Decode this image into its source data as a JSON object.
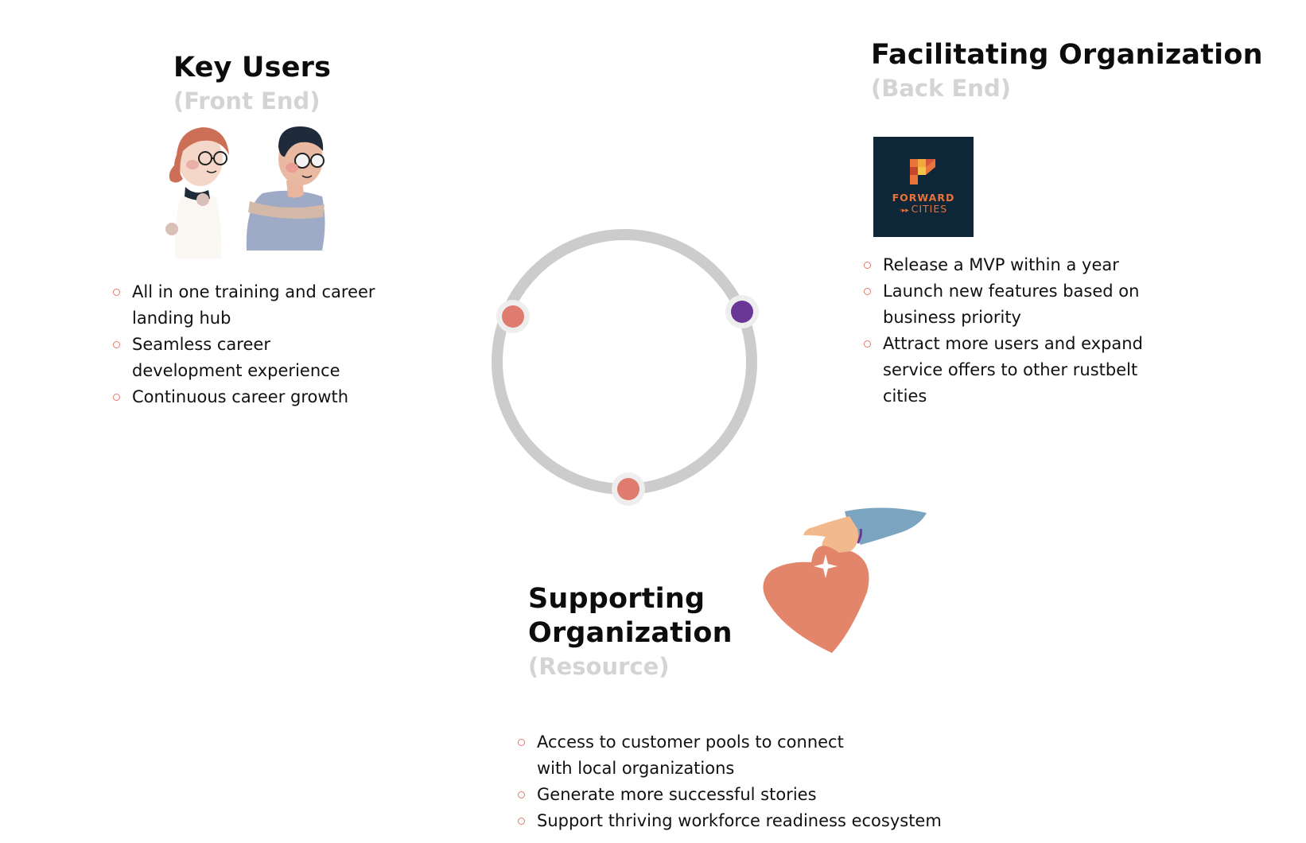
{
  "colors": {
    "ring": "#cccccc",
    "node_coral": "#e07b6f",
    "node_purple": "#6a3797",
    "subtitle_gray": "#d4d4d4",
    "logo_bg": "#0d2638",
    "logo_orange": "#e8743b"
  },
  "key_users": {
    "title": "Key Users",
    "subtitle": "(Front End)",
    "illustration": "two-people-illustration",
    "bullets": [
      "All in one training and career landing hub",
      "Seamless career development experience",
      "Continuous career growth"
    ]
  },
  "facilitating": {
    "title": "Facilitating Organization",
    "subtitle": "(Back End)",
    "logo": {
      "name": "forward-cities-logo",
      "line1": "FORWARD",
      "line2": "CITIES"
    },
    "bullets": [
      "Release a MVP within a year",
      "Launch new features based on business priority",
      "Attract more users and expand service offers to other rustbelt cities"
    ]
  },
  "supporting": {
    "title_line1": "Supporting",
    "title_line2": "Organization",
    "subtitle": "(Resource)",
    "illustration": "hand-giving-heart-illustration",
    "bullets": [
      "Access to customer pools to connect with local organizations",
      "Generate more successful stories",
      "Support thriving workforce readiness ecosystem"
    ]
  },
  "cycle": {
    "nodes": [
      {
        "name": "key-users-node",
        "color": "#e07b6f"
      },
      {
        "name": "facilitating-node",
        "color": "#6a3797"
      },
      {
        "name": "supporting-node",
        "color": "#e07b6f"
      }
    ]
  }
}
